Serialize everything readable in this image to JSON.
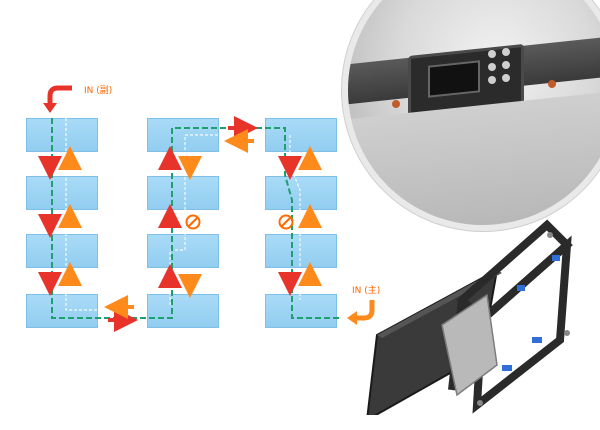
{
  "diagram": {
    "label_in_backup": "IN (副)",
    "label_in_main": "IN (主)",
    "colors": {
      "cabinet": "#9fd6f5",
      "cabinet_border": "#7fc0e8",
      "arrow_red": "#e8332a",
      "arrow_orange": "#ff8a1c",
      "data_path": "#1f9e6e",
      "dashed_return": "#ffffff",
      "prohibit": "#ff6a00"
    },
    "icons": [
      "corner-arrow-icon",
      "prohibited-icon",
      "prohibited-icon"
    ]
  },
  "photos": {
    "connector_closeup": "connector-closeup-photo",
    "cabinet_back": "cabinet-back-photo"
  }
}
